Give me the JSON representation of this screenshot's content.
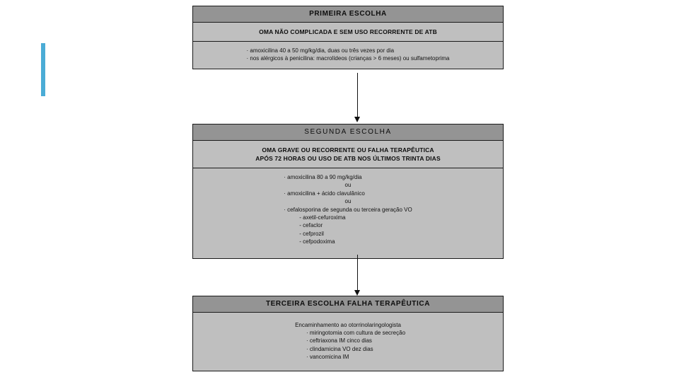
{
  "document": {
    "kind": "flowchart",
    "language": "pt-BR",
    "accent_color": "#4BACD6",
    "header_color": "#949494",
    "body_color": "#BFBFBF",
    "border_color": "#1A1A1A"
  },
  "boxes": [
    {
      "id": "primeira-escolha",
      "title": "PRIMEIRA ESCOLHA",
      "subtitle": "OMA NÃO COMPLICADA E SEM USO RECORRENTE DE ATB",
      "lines": [
        "· amoxicilina 40 a 50 mg/kg/dia, duas ou três vezes por dia",
        "· nos alérgicos à penicilina: macrolídeos (crianças > 6 meses) ou sulfametoprima"
      ]
    },
    {
      "id": "segunda-escolha",
      "title": "SEGUNDA ESCOLHA",
      "subtitle_line_1": "OMA GRAVE OU RECORRENTE OU FALHA TERAPÊUTICA",
      "subtitle_line_2": "APÓS 72 HORAS OU USO DE ATB NOS ÚLTIMOS TRINTA DIAS",
      "lines": [
        "· amoxicilina 80 a 90 mg/kg/dia",
        "ou",
        "· amoxicilina + ácido clavulânico",
        "ou",
        "· cefalosporina de segunda ou terceira geração VO"
      ],
      "sub_lines": [
        "- axetil-cefuroxima",
        "- cefaclor",
        "- cefprozil",
        "- cefpodoxima"
      ]
    },
    {
      "id": "terceira-escolha",
      "title": "TERCEIRA ESCOLHA FALHA TERAPÊUTICA",
      "heading": "Encaminhamento ao otorrinolaringologista",
      "lines": [
        "· miringotomia com cultura de secreção",
        "· ceftriaxona IM cinco dias",
        "· clindamicina VO dez dias",
        "· vancomicina IM"
      ]
    }
  ],
  "connectors": [
    {
      "id": "arrow-primeira-para-segunda",
      "direction": "down"
    },
    {
      "id": "arrow-segunda-para-terceira",
      "direction": "down"
    }
  ]
}
